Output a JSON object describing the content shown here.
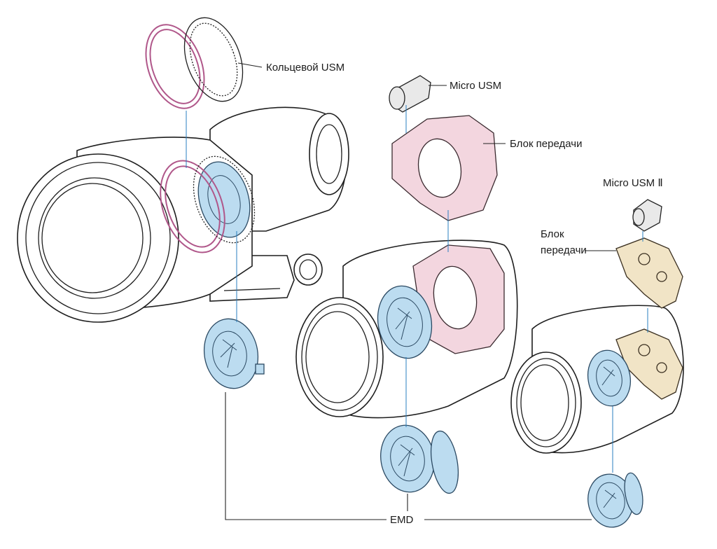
{
  "labels": {
    "ring_usm": "Кольцевой USM",
    "micro_usm": "Micro USM",
    "gear_block_1": "Блок передачи",
    "micro_usm_2": "Micro USM Ⅱ",
    "gear_block_2_line1": "Блок",
    "gear_block_2_line2": "передачи",
    "emd": "EMD"
  },
  "colors": {
    "ring_usm": "#b0578a",
    "emd": "#bcdcf0",
    "gear_block_1": "#f3d6df",
    "gear_block_2": "#f1e4c6",
    "leader_blue": "#2a7fc0"
  }
}
